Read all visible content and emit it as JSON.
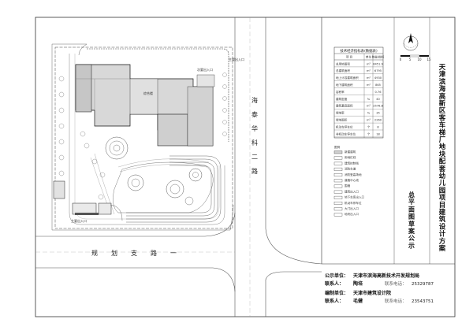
{
  "roads": {
    "vertical_road": "海泰华科二路",
    "horizontal_road": "规划支路一"
  },
  "project": {
    "title": "天津滨海高新区客车梯厂地块配套幼儿园项目建筑设计方案",
    "subtitle": "总平面图草案公示"
  },
  "site_labels": {
    "north_entrance": "主要出入口",
    "north_entrance_2": "次要出入口",
    "main_building": "综合楼",
    "sw_entrance": "主要出入口"
  },
  "indicator_table": {
    "title": "技术经济指标表(数据表)",
    "headers": [
      "项  目",
      "单位",
      "数量/指标"
    ],
    "rows": [
      [
        "总用地面积",
        "m²",
        "6451.9"
      ],
      [
        "总建筑面积",
        "m²",
        "6795"
      ],
      [
        "地上计容建筑面积",
        "m²",
        "4930"
      ],
      [
        "地下建筑面积",
        "m²",
        "865"
      ],
      [
        "容积率",
        "",
        "0.76"
      ],
      [
        "建筑密度",
        "%",
        "40"
      ],
      [
        "建筑基底面积",
        "m²",
        "2576.8"
      ],
      [
        "绿地率",
        "%",
        "35"
      ],
      [
        "绿地面积",
        "m²",
        "2260"
      ],
      [
        "机动车停车位",
        "个",
        "8"
      ],
      [
        "非机动车停车位",
        "个",
        "18"
      ]
    ]
  },
  "legend": {
    "title": "图例",
    "items": [
      "新建建筑",
      "用地红线",
      "建筑控制线",
      "消防车道",
      "消防登高场地",
      "道路中心线",
      "围墙",
      "建筑出入口",
      "地下车库出入口",
      "机动车停车位",
      "大门出入口",
      "地块出入口"
    ]
  },
  "scale": {
    "labels": [
      "0",
      "5",
      "10",
      "15"
    ]
  },
  "footer": {
    "publisher_label": "公示单位：",
    "publisher": "天津市滨海高新技术开发规划局",
    "contact1_label": "联系人：",
    "contact1": "陶培",
    "phone1_label": "联系电话：",
    "phone1": "25329787",
    "designer_label": "编制单位：",
    "designer": "天津市建筑设计院",
    "contact2_label": "联系人：",
    "contact2": "毛健",
    "phone2_label": "联系电话：",
    "phone2": "23543751"
  }
}
